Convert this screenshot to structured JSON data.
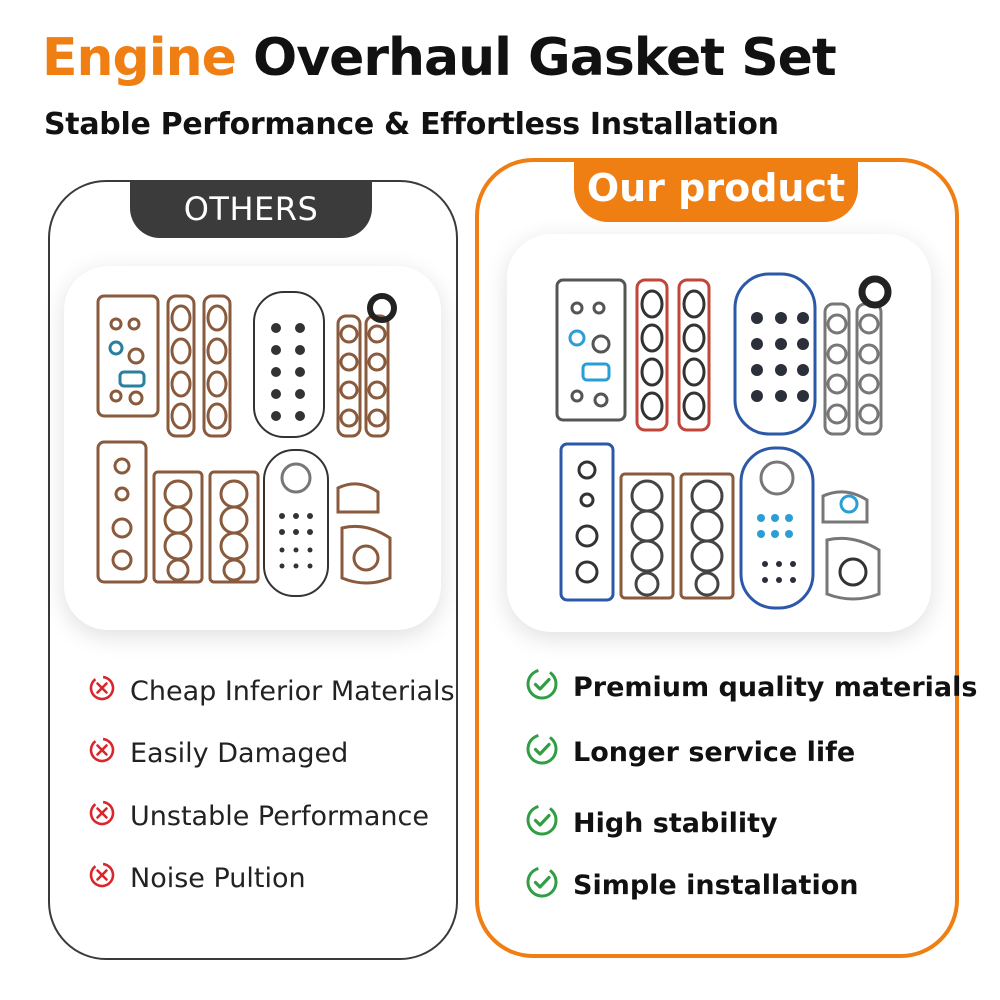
{
  "header": {
    "title_accent": "Engine",
    "title_rest": "Overhaul Gasket Set",
    "subtitle": "Stable Performance & Effortless Installation"
  },
  "left_panel": {
    "tag": "OTHERS",
    "features": [
      "Cheap Inferior Materials",
      "Easily Damaged",
      "Unstable Performance",
      "Noise Pultion"
    ],
    "icon": "x-circle-icon"
  },
  "right_panel": {
    "tag": "Our product",
    "features": [
      "Premium quality materials",
      "Longer service life",
      "High stability",
      "Simple installation"
    ],
    "icon": "check-circle-icon"
  },
  "colors": {
    "accent": "#f07f13",
    "dark_tag": "#3b3b3b",
    "x_icon": "#d9262c",
    "check_icon": "#2f9e44",
    "gasket_copper": "#8a5a3c",
    "gasket_red": "#c2453a",
    "gasket_blue": "#2b59a8",
    "gasket_cyan": "#2a9fd6"
  }
}
